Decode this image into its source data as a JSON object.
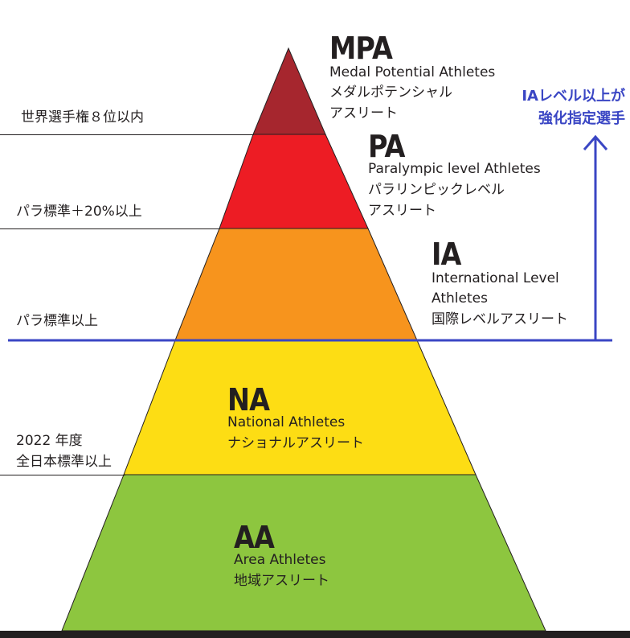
{
  "levels": {
    "mpa": {
      "code": "MPA",
      "en": "Medal Potential Athletes",
      "jp_line1": "メダルポテンシャル",
      "jp_line2": "アスリート",
      "color": "#a6262e"
    },
    "pa": {
      "code": "PA",
      "en": "Paralympic level Athletes",
      "jp_line1": "パラリンピックレベル",
      "jp_line2": "アスリート",
      "color": "#ed1c24"
    },
    "ia": {
      "code": "IA",
      "en_line1": "International Level",
      "en_line2": "Athletes",
      "jp": "国際レベルアスリート",
      "color": "#f7941d"
    },
    "na": {
      "code": "NA",
      "en": "National Athletes",
      "jp": "ナショナルアスリート",
      "color": "#fddd14"
    },
    "aa": {
      "code": "AA",
      "en": "Area Athletes",
      "jp": "地域アスリート",
      "color": "#8dc63f"
    }
  },
  "criteria": {
    "mpa": "世界選手権８位以内",
    "pa": "パラ標準＋20%以上",
    "ia": "パラ標準以上",
    "na_line1": "2022 年度",
    "na_line2": "全日本標準以上"
  },
  "note": {
    "line1": "IAレベル以上が",
    "line2": "強化指定選手",
    "color": "#3a46c4"
  }
}
